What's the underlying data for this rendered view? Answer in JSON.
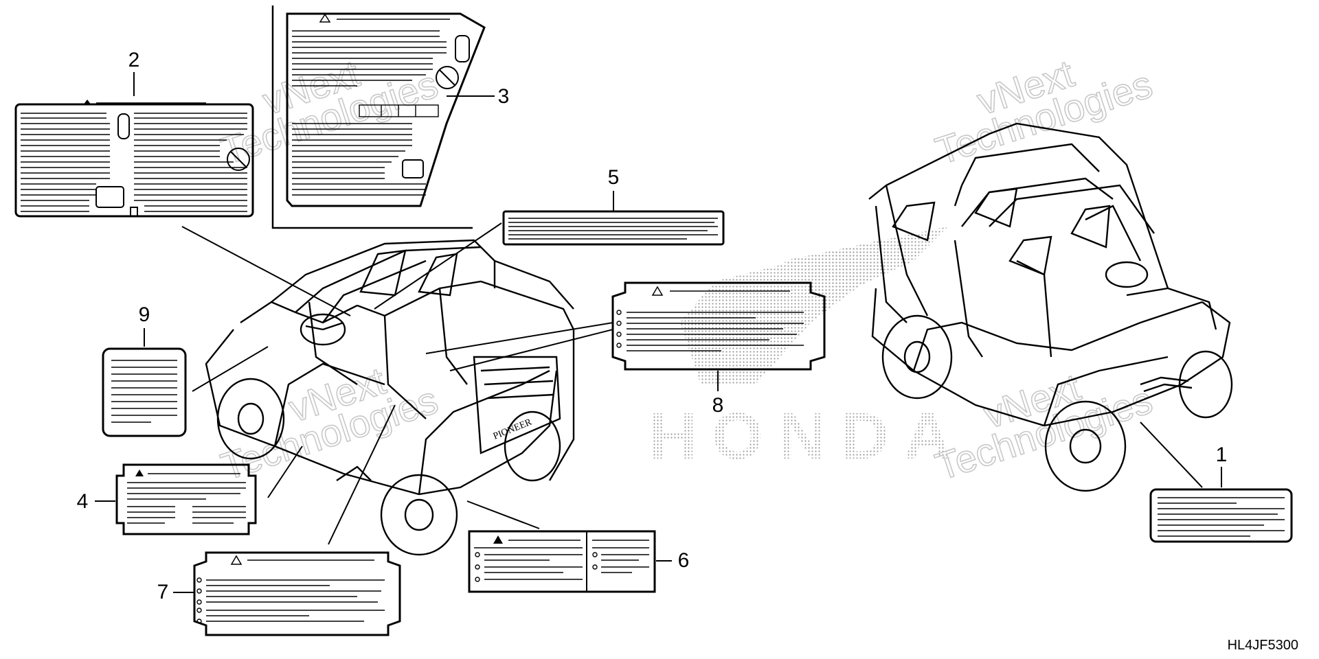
{
  "callouts": {
    "c1": "1",
    "c2": "2",
    "c3": "3",
    "c4": "4",
    "c5": "5",
    "c6": "6",
    "c7": "7",
    "c8": "8",
    "c9": "9"
  },
  "diagram_code": "HL4JF5300",
  "brand_mark": "HONDA",
  "vehicle_badge": "PIONEER",
  "watermark": {
    "line1": "vNext",
    "line2": "Technologies"
  },
  "colors": {
    "ink": "#000000",
    "watermark": "#c8c8c8",
    "halftone": "#9a9a9a"
  }
}
